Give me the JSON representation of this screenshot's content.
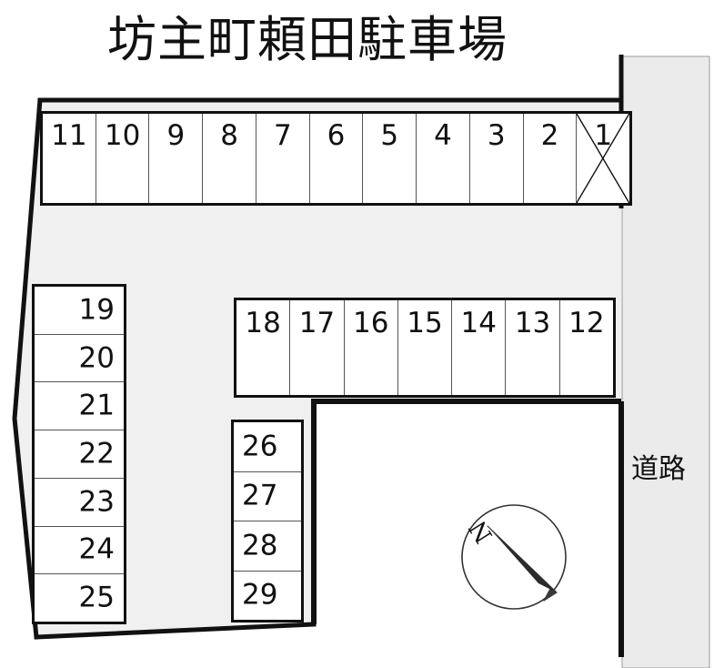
{
  "title": "坊主町頼田駐車場",
  "labels": {
    "road": "道路",
    "compass_north": "N"
  },
  "colors": {
    "ink": "#111111",
    "lot_fill": "#f0f0f0",
    "road_fill": "#ebebeb",
    "stall_fill": "#ffffff",
    "divider": "#555555"
  },
  "blocks": {
    "top_row": {
      "name": "top-parking-row",
      "orientation": "row",
      "stalls": [
        {
          "number": "11",
          "crossed": false
        },
        {
          "number": "10",
          "crossed": false
        },
        {
          "number": "9",
          "crossed": false
        },
        {
          "number": "8",
          "crossed": false
        },
        {
          "number": "7",
          "crossed": false
        },
        {
          "number": "6",
          "crossed": false
        },
        {
          "number": "5",
          "crossed": false
        },
        {
          "number": "4",
          "crossed": false
        },
        {
          "number": "3",
          "crossed": false
        },
        {
          "number": "2",
          "crossed": false
        },
        {
          "number": "1",
          "crossed": true
        }
      ]
    },
    "middle_row": {
      "name": "middle-parking-row",
      "orientation": "row",
      "stalls": [
        {
          "number": "18",
          "crossed": false
        },
        {
          "number": "17",
          "crossed": false
        },
        {
          "number": "16",
          "crossed": false
        },
        {
          "number": "15",
          "crossed": false
        },
        {
          "number": "14",
          "crossed": false
        },
        {
          "number": "13",
          "crossed": false
        },
        {
          "number": "12",
          "crossed": false
        }
      ]
    },
    "left_column": {
      "name": "left-parking-column",
      "orientation": "column",
      "stalls": [
        {
          "number": "19",
          "crossed": false
        },
        {
          "number": "20",
          "crossed": false
        },
        {
          "number": "21",
          "crossed": false
        },
        {
          "number": "22",
          "crossed": false
        },
        {
          "number": "23",
          "crossed": false
        },
        {
          "number": "24",
          "crossed": false
        },
        {
          "number": "25",
          "crossed": false
        }
      ]
    },
    "small_column": {
      "name": "center-parking-column",
      "orientation": "column",
      "stalls": [
        {
          "number": "26",
          "crossed": false
        },
        {
          "number": "27",
          "crossed": false
        },
        {
          "number": "28",
          "crossed": false
        },
        {
          "number": "29",
          "crossed": false
        }
      ]
    }
  }
}
